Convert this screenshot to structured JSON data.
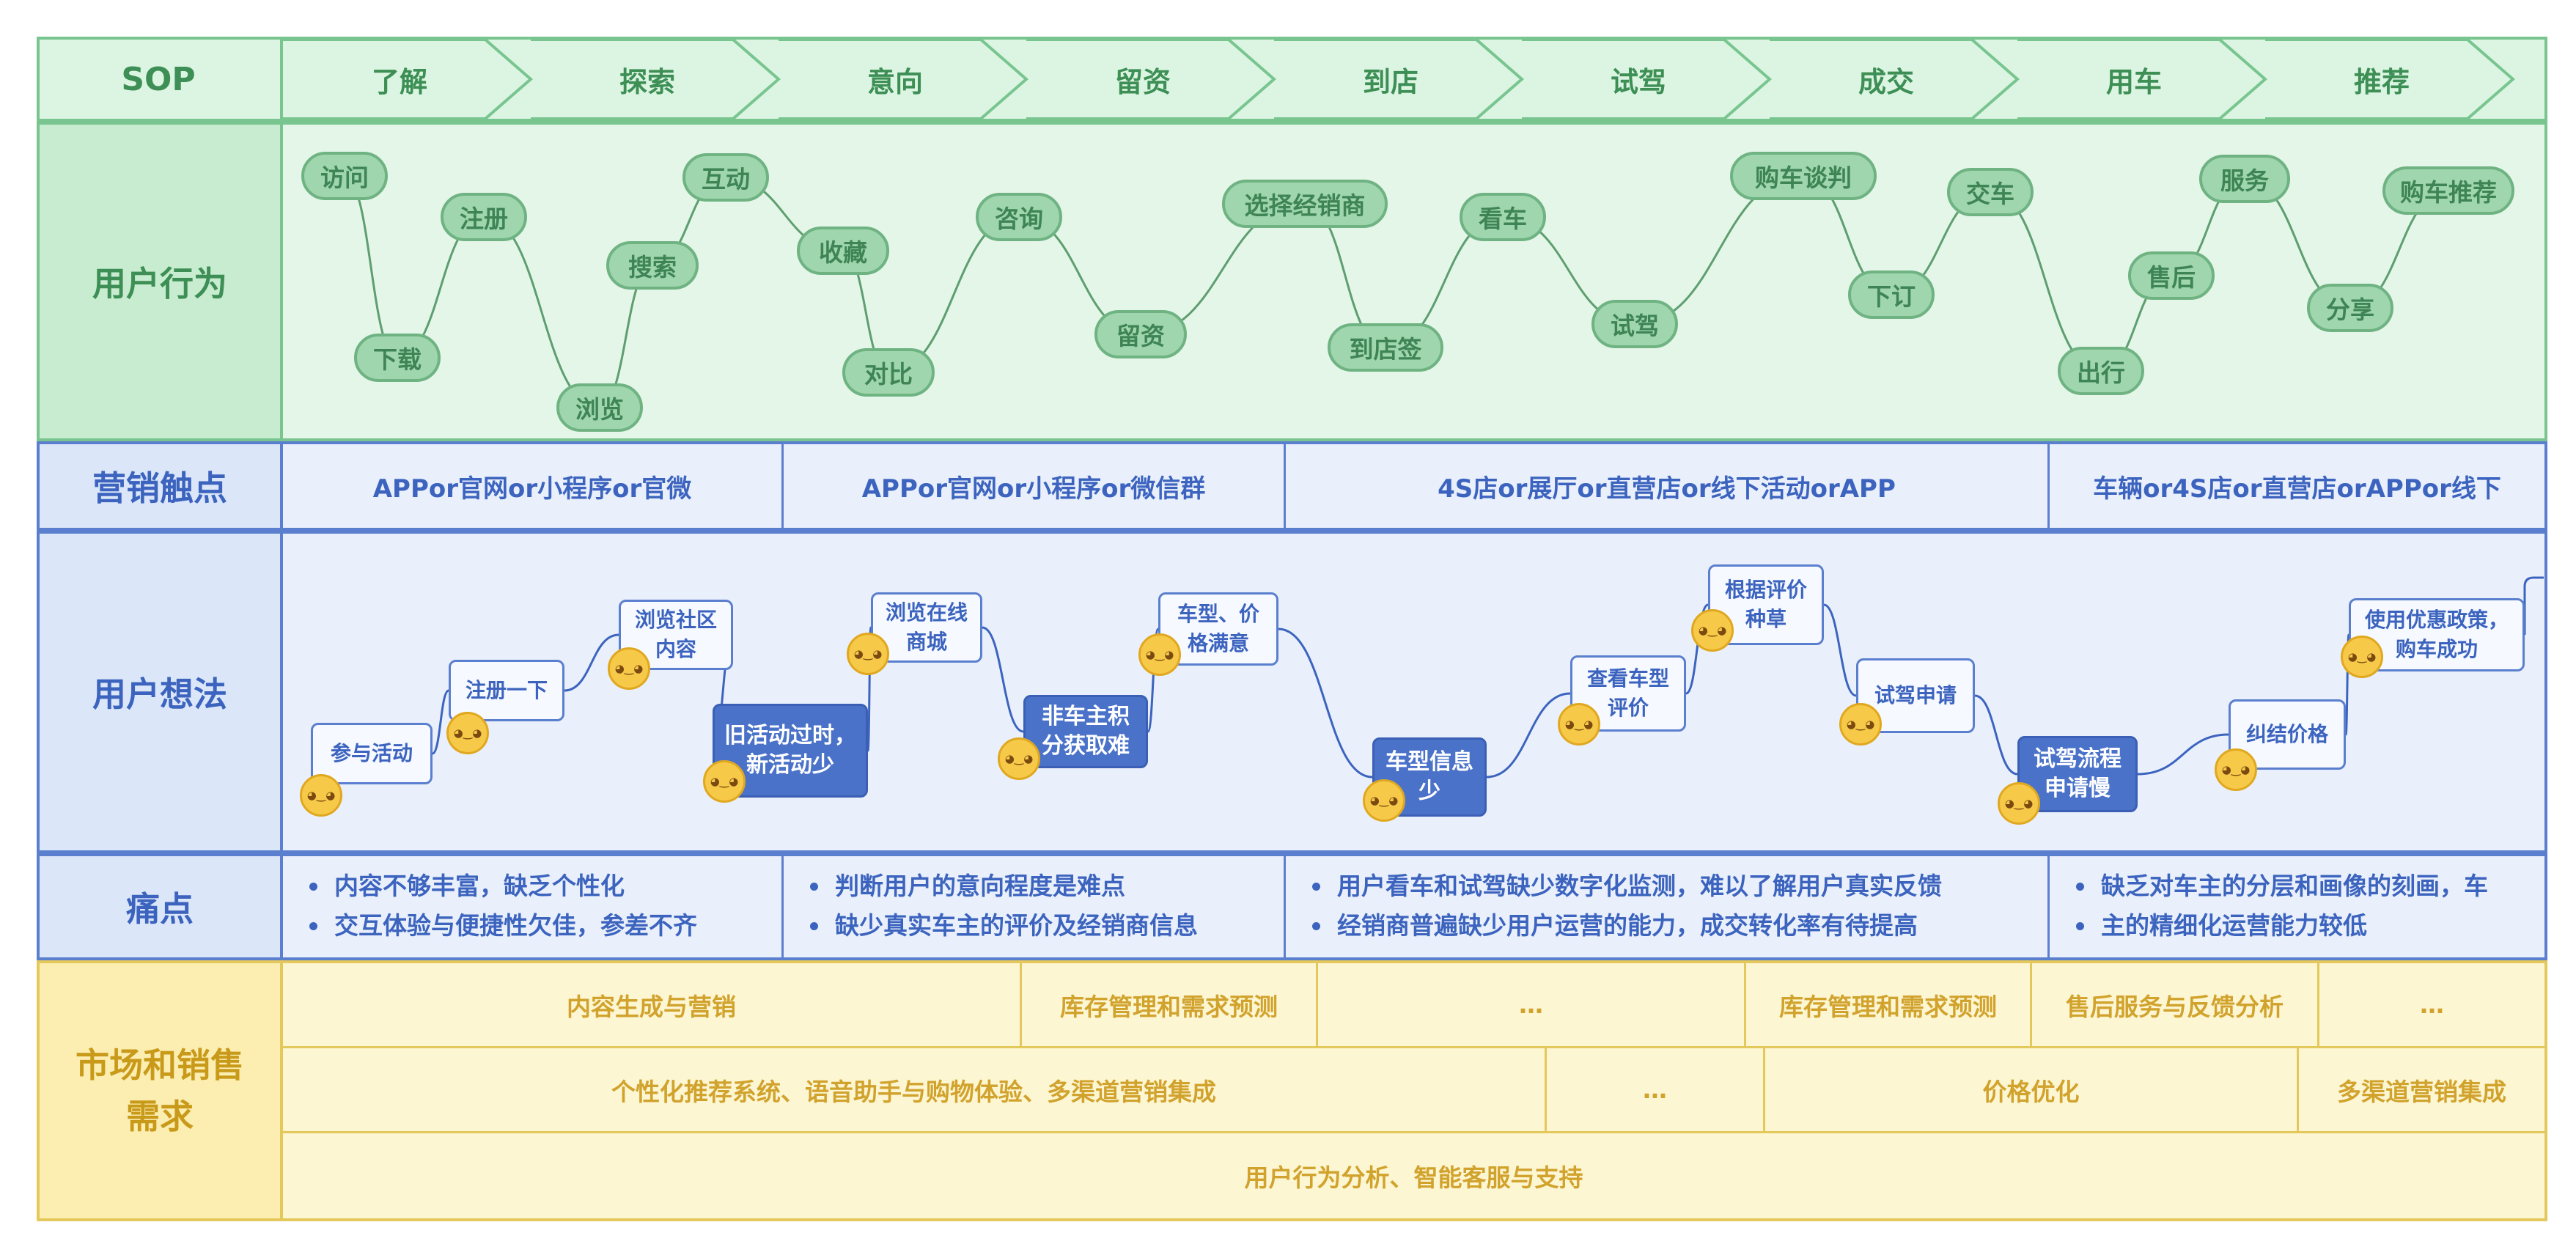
{
  "header": {
    "sop_label": "SOP",
    "stages": [
      "了解",
      "探索",
      "意向",
      "留资",
      "到店",
      "试驾",
      "成交",
      "用车",
      "推荐"
    ]
  },
  "rows": {
    "behavior": "用户行为",
    "touchpoints": "营销触点",
    "thoughts": "用户想法",
    "pain": "痛点",
    "market": "市场和销售\n需求"
  },
  "behavior_nodes": [
    "访问",
    "注册",
    "互动",
    "搜索",
    "收藏",
    "咨询",
    "选择经销商",
    "看车",
    "购车谈判",
    "交车",
    "服务",
    "购车推荐",
    "下载",
    "浏览",
    "对比",
    "留资",
    "到店签",
    "试驾",
    "下订",
    "售后",
    "分享",
    "出行"
  ],
  "touchpoints": [
    "APPor官网or小程序or官微",
    "APPor官网or小程序or微信群",
    "4S店or展厅or直营店or线下活动orAPP",
    "车辆or4S店or直营店orAPPor线下"
  ],
  "thoughts": [
    {
      "text": "参与活动",
      "style": "light"
    },
    {
      "text": "注册一下",
      "style": "light"
    },
    {
      "text": "浏览社区\n内容",
      "style": "light"
    },
    {
      "text": "旧活动过时，\n新活动少",
      "style": "dark"
    },
    {
      "text": "浏览在线\n商城",
      "style": "light"
    },
    {
      "text": "非车主积\n分获取难",
      "style": "dark"
    },
    {
      "text": "车型、价\n格满意",
      "style": "light"
    },
    {
      "text": "车型信息\n少",
      "style": "dark"
    },
    {
      "text": "查看车型\n评价",
      "style": "light"
    },
    {
      "text": "根据评价\n种草",
      "style": "light"
    },
    {
      "text": "试驾申请",
      "style": "light"
    },
    {
      "text": "试驾流程\n申请慢",
      "style": "dark"
    },
    {
      "text": "纠结价格",
      "style": "light"
    },
    {
      "text": "使用优惠政策，\n购车成功",
      "style": "light"
    }
  ],
  "pain_points": [
    [
      "内容不够丰富，缺乏个性化",
      "交互体验与便捷性欠佳，参差不齐"
    ],
    [
      "判断用户的意向程度是难点",
      "缺少真实车主的评价及经销商信息"
    ],
    [
      "用户看车和试驾缺少数字化监测，难以了解用户真实反馈",
      "经销商普遍缺少用户运营的能力，成交转化率有待提高"
    ],
    [
      "缺乏对车主的分层和画像的刻画，车",
      "主的精细化运营能力较低"
    ]
  ],
  "market_rows": [
    [
      "内容生成与营销",
      "库存管理和需求预测",
      "…",
      "库存管理和需求预测",
      "售后服务与反馈分析",
      "…"
    ],
    [
      "个性化推荐系统、语音助手与购物体验、多渠道营销集成",
      "…",
      "价格优化",
      "多渠道营销集成"
    ],
    [
      "用户行为分析、智能客服与支持"
    ]
  ],
  "colors": {
    "green_fill": "#dbf5e2",
    "green_stroke": "#79c58f",
    "blue_fill": "#eaf0fb",
    "blue_stroke": "#5b7fcf",
    "yellow_fill": "#fdf6d3",
    "yellow_stroke": "#e5c85c"
  }
}
